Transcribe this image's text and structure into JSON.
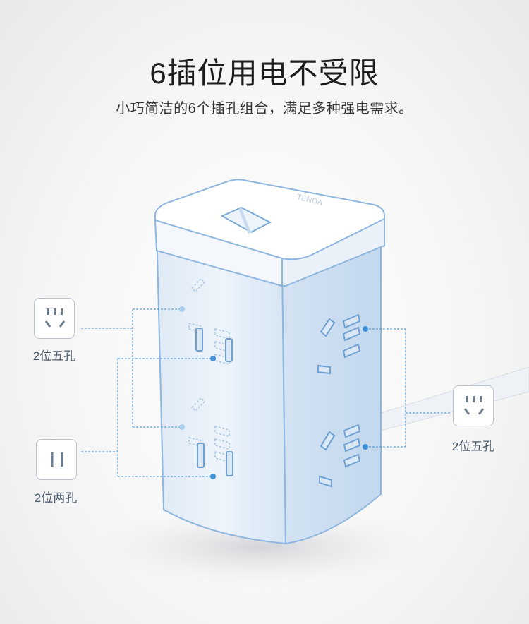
{
  "headline": "6插位用电不受限",
  "subline": "小巧简洁的6个插孔组合，满足多种强电需求。",
  "brand_mark": "TENDA",
  "callouts": {
    "left_top": {
      "label": "2位五孔",
      "icon": "five-hole-socket-icon"
    },
    "left_bottom": {
      "label": "2位两孔",
      "icon": "two-hole-socket-icon"
    },
    "right": {
      "label": "2位五孔",
      "icon": "five-hole-socket-icon"
    }
  },
  "colors": {
    "accent_line": "#3d8fd6",
    "dot": "#3d8fd6",
    "product_outline": "#8eb6de",
    "product_fill": "#e7f0fa"
  }
}
